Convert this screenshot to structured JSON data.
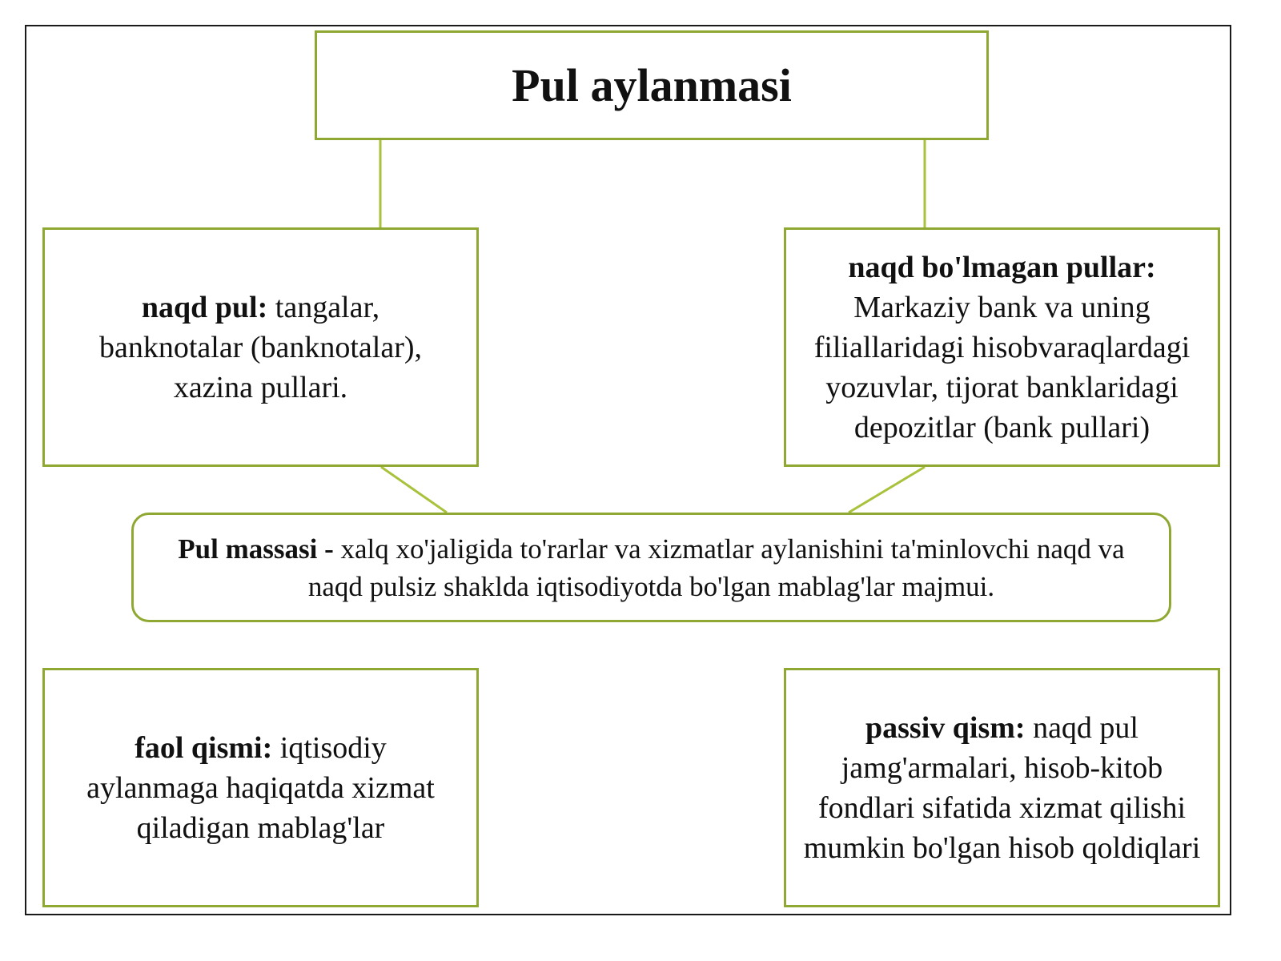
{
  "diagram": {
    "title": "Pul aylanmasi",
    "cash": {
      "term": "naqd pul:",
      "text": " tangalar, banknotalar (banknotalar), xazina pullari."
    },
    "noncash": {
      "term": "naqd bo'lmagan pullar:",
      "text": " Markaziy bank va uning filiallaridagi hisobvaraqlardagi yozuvlar, tijorat banklaridagi depozitlar (bank pullari)"
    },
    "money_mass": {
      "term": "Pul massasi -",
      "text": " xalq xo'jaligida to'rarlar va xizmatlar aylanishini ta'minlovchi naqd va naqd pulsiz shaklda iqtisodiyotda bo'lgan mablag'lar majmui."
    },
    "active": {
      "term": "faol qismi:",
      "text": " iqtisodiy aylanmaga haqiqatda xizmat qiladigan mablag'lar"
    },
    "passive": {
      "term": "passiv qism:",
      "text": " naqd pul jamg'armalari, hisob-kitob fondlari sifatida xizmat qilishi mumkin bo'lgan hisob qoldiqlari"
    }
  },
  "colors": {
    "box_border": "#8fa832",
    "connector": "#a8c23c",
    "frame": "#1a1a1a"
  }
}
